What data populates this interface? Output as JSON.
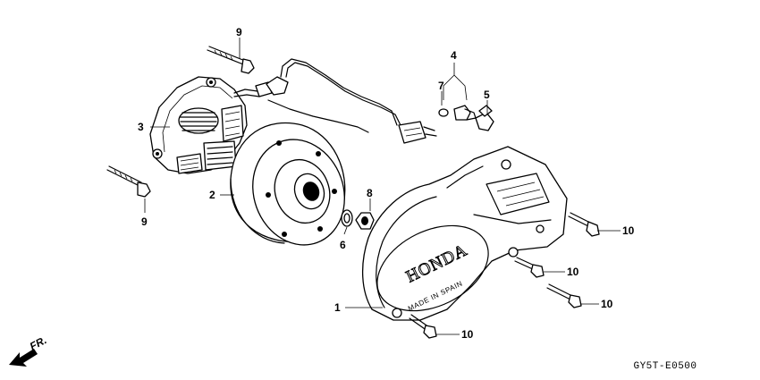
{
  "diagram": {
    "callouts": [
      {
        "id": "c1",
        "label": "1"
      },
      {
        "id": "c2",
        "label": "2"
      },
      {
        "id": "c3",
        "label": "3"
      },
      {
        "id": "c4",
        "label": "4"
      },
      {
        "id": "c5",
        "label": "5"
      },
      {
        "id": "c6",
        "label": "6"
      },
      {
        "id": "c7",
        "label": "7"
      },
      {
        "id": "c8",
        "label": "8"
      },
      {
        "id": "c9a",
        "label": "9"
      },
      {
        "id": "c9b",
        "label": "9"
      },
      {
        "id": "c10a",
        "label": "10"
      },
      {
        "id": "c10b",
        "label": "10"
      },
      {
        "id": "c10c",
        "label": "10"
      },
      {
        "id": "c10d",
        "label": "10"
      }
    ],
    "cover_brand": "HONDA",
    "cover_origin": "MADE IN SPAIN",
    "direction_label": "FR.",
    "figure_code": "GY5T-E0500"
  }
}
